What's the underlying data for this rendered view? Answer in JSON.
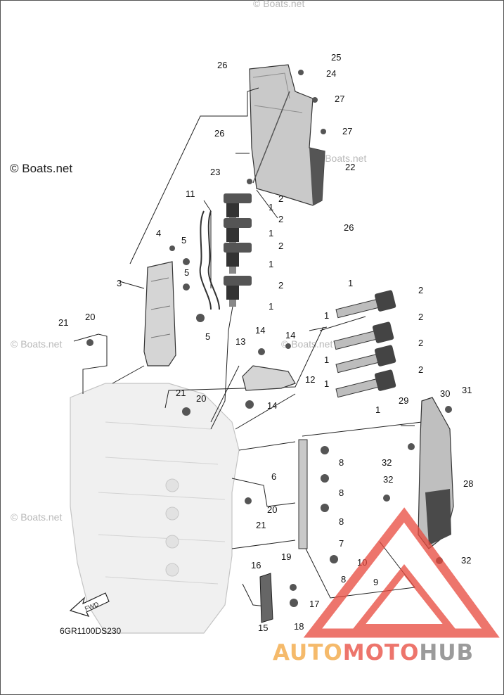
{
  "diagram": {
    "drawing_code": "6GR1100DS230",
    "direction_label": "FWD",
    "watermark_main": "© Boats.net",
    "watermark_faint": "© Boats.net",
    "part_callouts": [
      {
        "id": "c26a",
        "label": "26"
      },
      {
        "id": "c25",
        "label": "25"
      },
      {
        "id": "c24",
        "label": "24"
      },
      {
        "id": "c27a",
        "label": "27"
      },
      {
        "id": "c27b",
        "label": "27"
      },
      {
        "id": "c26b",
        "label": "26"
      },
      {
        "id": "c22",
        "label": "22"
      },
      {
        "id": "c23",
        "label": "23"
      },
      {
        "id": "c26c",
        "label": "26"
      },
      {
        "id": "c11",
        "label": "11"
      },
      {
        "id": "c2a",
        "label": "2"
      },
      {
        "id": "c1a",
        "label": "1"
      },
      {
        "id": "c2b",
        "label": "2"
      },
      {
        "id": "c1b",
        "label": "1"
      },
      {
        "id": "c2c",
        "label": "2"
      },
      {
        "id": "c1c",
        "label": "1"
      },
      {
        "id": "c2d",
        "label": "2"
      },
      {
        "id": "c1d",
        "label": "1"
      },
      {
        "id": "c4",
        "label": "4"
      },
      {
        "id": "c5a",
        "label": "5"
      },
      {
        "id": "c5b",
        "label": "5"
      },
      {
        "id": "c5c",
        "label": "5"
      },
      {
        "id": "c3",
        "label": "3"
      },
      {
        "id": "c21a",
        "label": "21"
      },
      {
        "id": "c20a",
        "label": "20"
      },
      {
        "id": "c1e",
        "label": "1"
      },
      {
        "id": "c2e",
        "label": "2"
      },
      {
        "id": "c1f",
        "label": "1"
      },
      {
        "id": "c2f",
        "label": "2"
      },
      {
        "id": "c1g",
        "label": "1"
      },
      {
        "id": "c2g",
        "label": "2"
      },
      {
        "id": "c1h",
        "label": "1"
      },
      {
        "id": "c2h",
        "label": "2"
      },
      {
        "id": "c1i",
        "label": "1"
      },
      {
        "id": "c14a",
        "label": "14"
      },
      {
        "id": "c14b",
        "label": "14"
      },
      {
        "id": "c13",
        "label": "13"
      },
      {
        "id": "c12",
        "label": "12"
      },
      {
        "id": "c14c",
        "label": "14"
      },
      {
        "id": "c21b",
        "label": "21"
      },
      {
        "id": "c20b",
        "label": "20"
      },
      {
        "id": "c29",
        "label": "29"
      },
      {
        "id": "c30",
        "label": "30"
      },
      {
        "id": "c31",
        "label": "31"
      },
      {
        "id": "c6",
        "label": "6"
      },
      {
        "id": "c8a",
        "label": "8"
      },
      {
        "id": "c8b",
        "label": "8"
      },
      {
        "id": "c8c",
        "label": "8"
      },
      {
        "id": "c7",
        "label": "7"
      },
      {
        "id": "c32a",
        "label": "32"
      },
      {
        "id": "c32b",
        "label": "32"
      },
      {
        "id": "c28",
        "label": "28"
      },
      {
        "id": "c32c",
        "label": "32"
      },
      {
        "id": "c20c",
        "label": "20"
      },
      {
        "id": "c21c",
        "label": "21"
      },
      {
        "id": "c10",
        "label": "10"
      },
      {
        "id": "c9",
        "label": "9"
      },
      {
        "id": "c8d",
        "label": "8"
      },
      {
        "id": "c16",
        "label": "16"
      },
      {
        "id": "c19",
        "label": "19"
      },
      {
        "id": "c17",
        "label": "17"
      },
      {
        "id": "c15",
        "label": "15"
      },
      {
        "id": "c18",
        "label": "18"
      }
    ]
  },
  "brand": {
    "part1": "AUTO",
    "part2": "MOTO",
    "part3": "HUB",
    "color_auto": "#f2a33a",
    "color_moto": "#e8483c",
    "color_hub": "#7a7a7a",
    "triangle_color": "#e8483c"
  }
}
